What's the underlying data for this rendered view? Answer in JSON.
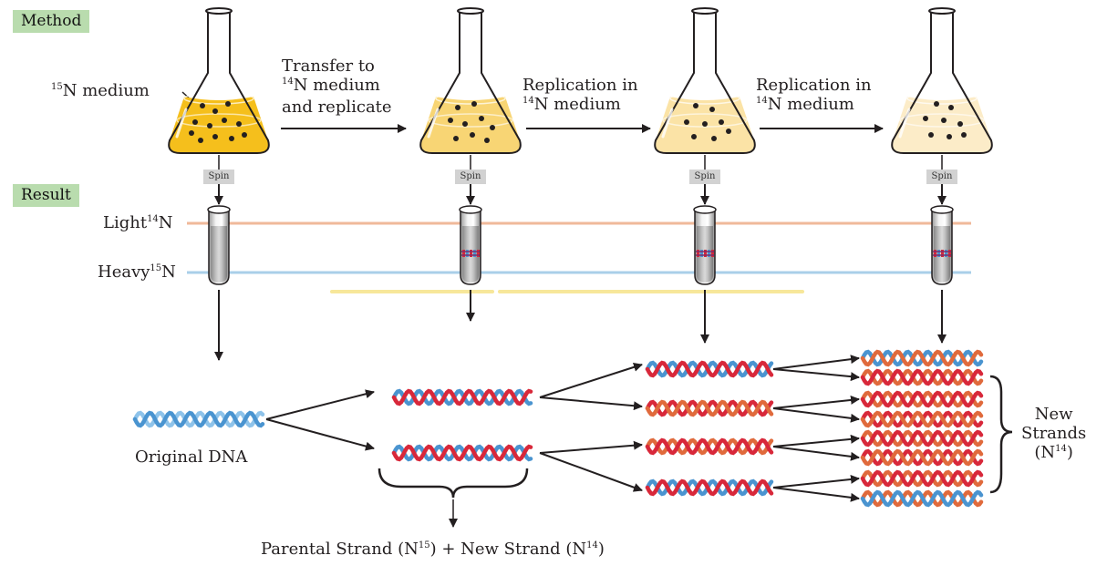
{
  "tags": {
    "method": "Method",
    "result": "Result"
  },
  "flask1": {
    "sup": "15",
    "text": "N medium"
  },
  "steps": [
    {
      "lines": [
        "Transfer to",
        "N medium",
        "and replicate"
      ],
      "sup": "14"
    },
    {
      "lines": [
        "Replication in",
        "N medium"
      ],
      "sup": "14"
    },
    {
      "lines": [
        "Replication in",
        "N medium"
      ],
      "sup": "14"
    }
  ],
  "spin_label": "Spin",
  "bands": {
    "light": {
      "text": "Light",
      "sup": "14",
      "suffix": "N"
    },
    "heavy": {
      "text": "Heavy",
      "sup": "15",
      "suffix": "N"
    }
  },
  "dna": {
    "original_label": "Original DNA",
    "parental": {
      "prefix": "Parental Strand (N",
      "sup1": "15",
      "middle": ") +  New Strand (N",
      "sup2": "14",
      "suffix": ")"
    },
    "new_strands": {
      "line1": "New",
      "line2": "Strands",
      "line3_prefix": "(N",
      "line3_sup": "14",
      "line3_suffix": ")"
    }
  },
  "colors": {
    "tag_bg": "#b9dcae",
    "light_line": "#f0b99a",
    "heavy_line": "#a9cfe8",
    "medium_15N": "#f5bf1c",
    "medium_gen1": "#f8d574",
    "medium_gen2": "#fbe3a6",
    "medium_gen3": "#fcecc8",
    "strand_heavy": "#4a94d0",
    "strand_light": "#e06a3c",
    "strand_red": "#d8283a"
  }
}
